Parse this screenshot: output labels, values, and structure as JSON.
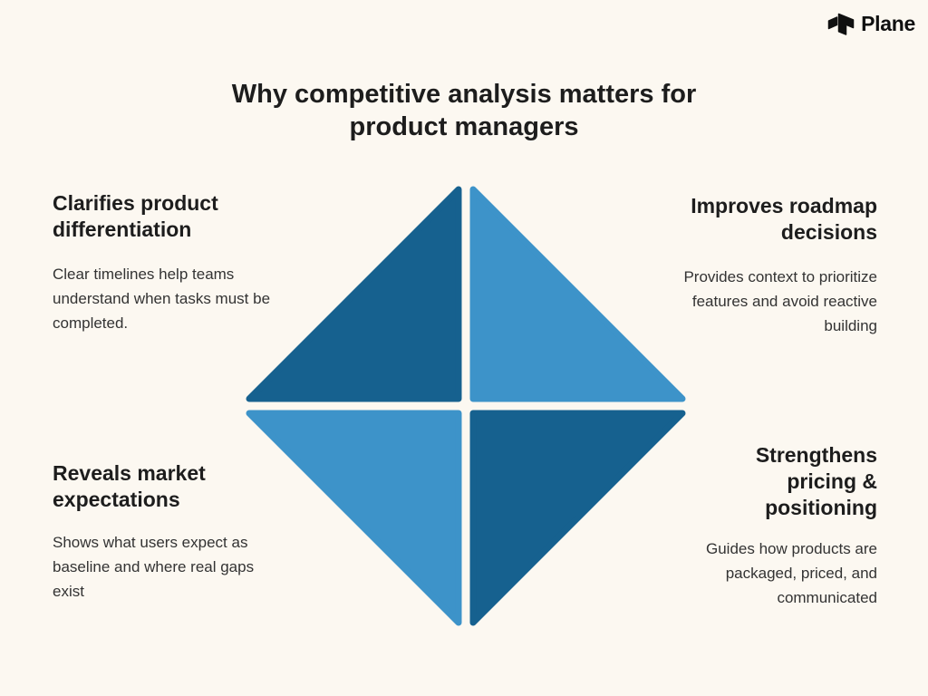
{
  "brand": {
    "name": "Plane"
  },
  "title": {
    "line1": "Why competitive analysis matters for",
    "line2": "product managers"
  },
  "quadrants": [
    {
      "heading": "Clarifies product differentiation",
      "body": "Clear timelines help teams understand when tasks must be completed."
    },
    {
      "heading": "Improves roadmap decisions",
      "body": "Provides context to prioritize features and avoid reactive building"
    },
    {
      "heading": "Reveals market expectations",
      "body": "Shows what users expect as baseline and where real gaps exist"
    },
    {
      "heading": "Strengthens pricing & positioning",
      "body": "Guides how products are packaged, priced, and communicated"
    }
  ],
  "colors": {
    "background": "#fcf8f1",
    "dark_blue": "#16618f",
    "light_blue": "#3d93c9",
    "heading_text": "#1d1d1d",
    "body_text": "#333333",
    "logo_black": "#101010"
  }
}
